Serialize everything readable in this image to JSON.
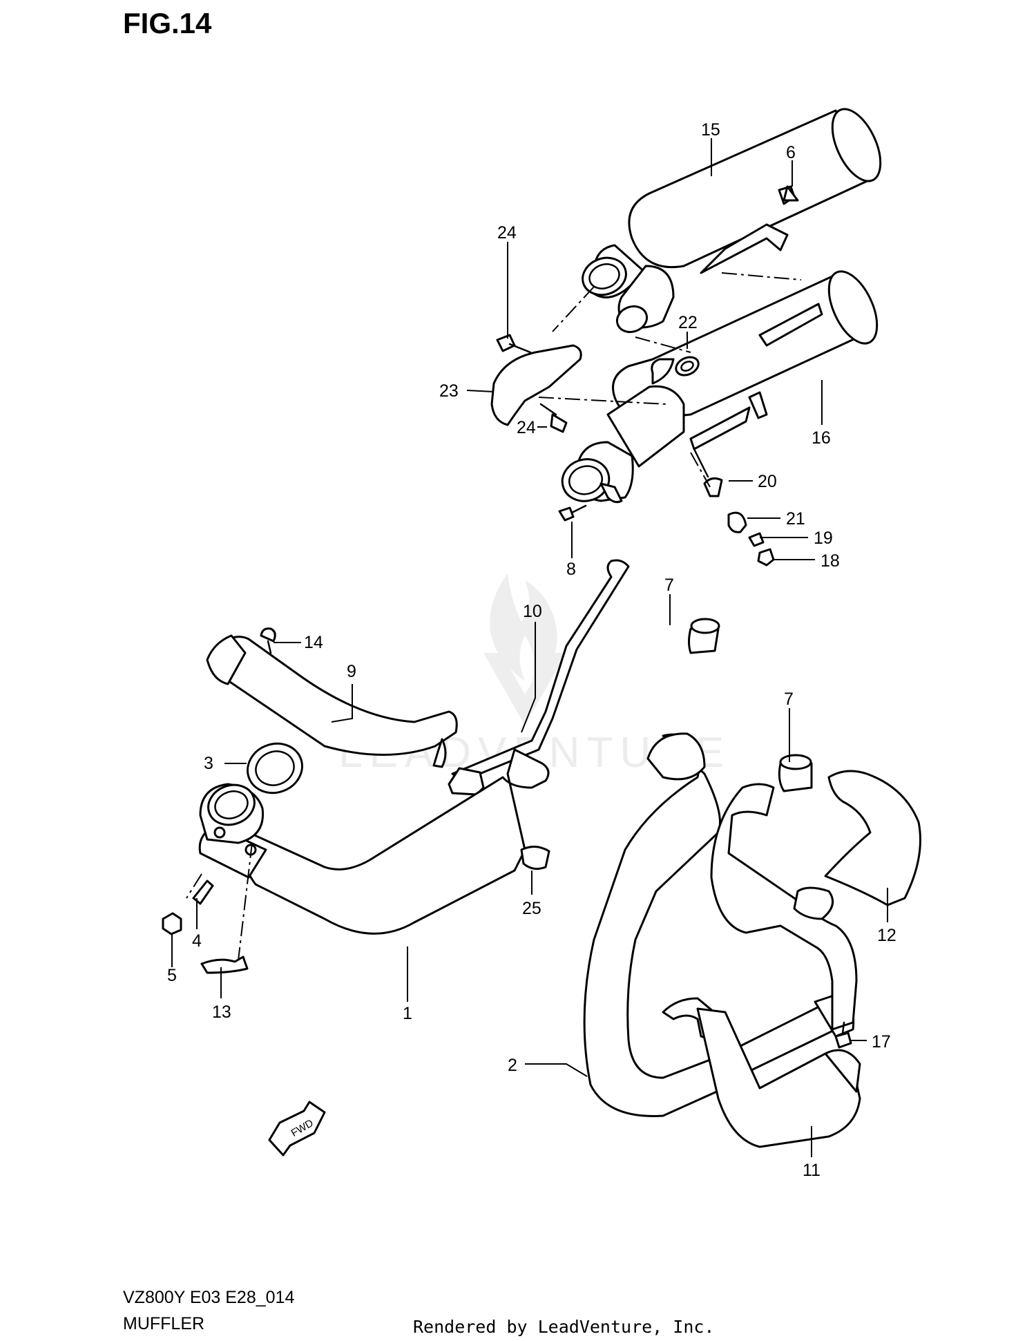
{
  "figure": {
    "title": "FIG.14",
    "model_code": "VZ800Y E03 E28_014",
    "section_name": "MUFFLER",
    "render_credit": "Rendered by LeadVenture, Inc.",
    "watermark": "LEADVENTURE",
    "fwd_arrow_label": "FWD"
  },
  "callouts": [
    "15",
    "6",
    "24",
    "22",
    "23",
    "24",
    "16",
    "20",
    "21",
    "19",
    "18",
    "8",
    "7",
    "10",
    "14",
    "9",
    "3",
    "4",
    "5",
    "13",
    "1",
    "25",
    "7",
    "12",
    "2",
    "17",
    "11"
  ]
}
